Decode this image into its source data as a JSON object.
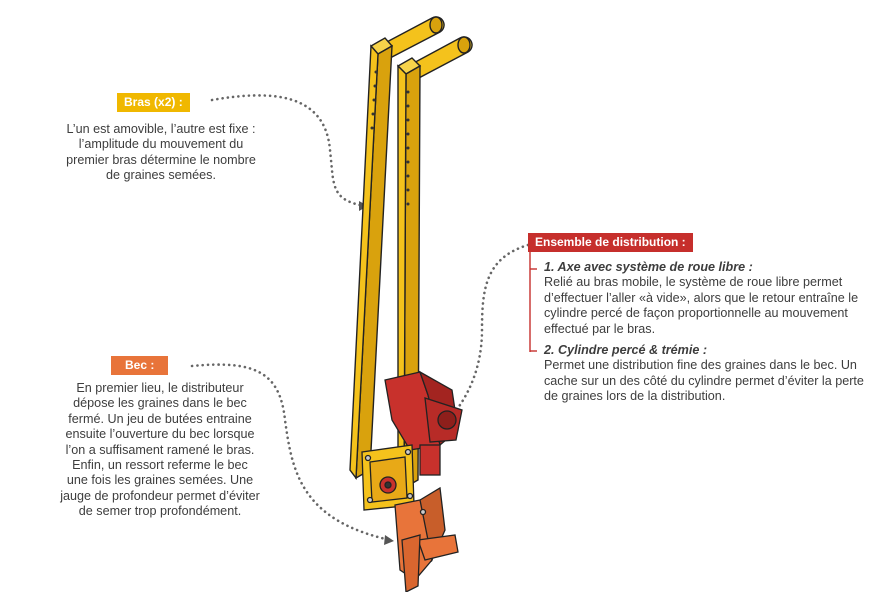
{
  "labels": {
    "bras": {
      "title": "Bras (x2) :",
      "text": "L’un est amovible, l’autre est fixe : l’amplitude du mouvement du premier bras détermine le nombre de graines semées.",
      "color": "#f0b800"
    },
    "bec": {
      "title": "Bec :",
      "text": "En premier lieu, le distributeur dépose les graines dans le bec fermé. Un jeu de butées entraine ensuite l’ouverture du bec lorsque l’on a suffisament ramené le bras. Enfin, un ressort referme le bec une fois les graines semées. Une jauge de profondeur permet d’éviter de semer trop profondément.",
      "color": "#e8743a"
    },
    "ensemble": {
      "title": "Ensemble de distribution :",
      "color": "#c62f2c",
      "items": [
        {
          "title": "1. Axe avec système de roue libre :",
          "text": "Relié au bras mobile, le système de roue libre permet d’effectuer l’aller «à vide», alors que le retour entraîne le cylindre percé de façon proportionnelle au mouvement effectué par le bras."
        },
        {
          "title": "2. Cylindre percé & trémie :",
          "text": "Permet une distribution fine des graines dans le bec. Un cache sur un des côté du cylindre permet d’éviter la perte de graines lors de la distribution."
        }
      ]
    }
  },
  "colors": {
    "arm": "#f4c21c",
    "arm_shade": "#d9a20d",
    "distributor": "#c8312c",
    "beak": "#e8743a",
    "leader": "#666666"
  }
}
